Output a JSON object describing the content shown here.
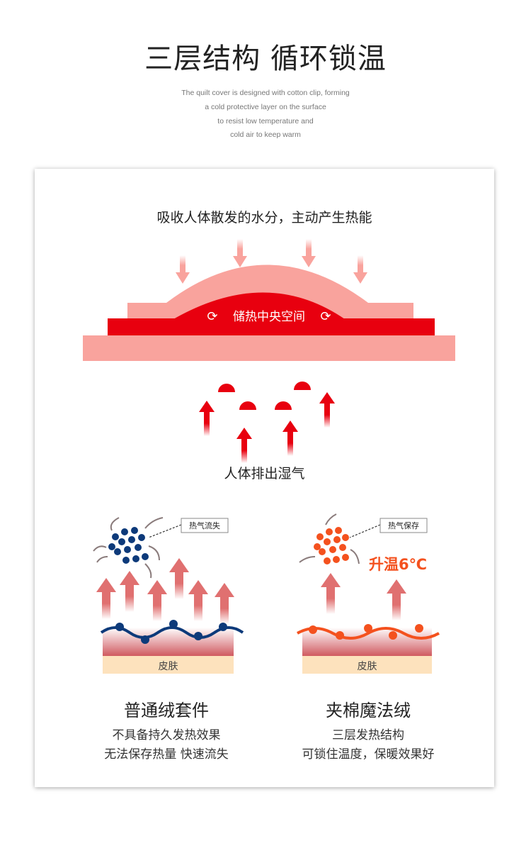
{
  "header": {
    "title": "三层结构 循环锁温",
    "subtitle_lines": [
      "The quilt cover is designed with cotton clip, forming",
      "a cold protective layer on the surface",
      "to resist low temperature and",
      "cold air to keep warm"
    ]
  },
  "diagram": {
    "caption_top": "吸收人体散发的水分，主动产生热能",
    "center_label": "储热中央空间",
    "caption_bottom": "人体排出湿气"
  },
  "compare": {
    "left": {
      "tag": "热气流失",
      "skin": "皮肤",
      "title": "普通绒套件",
      "lines": [
        "不具备持久发热效果",
        "无法保存热量 快速流失"
      ]
    },
    "right": {
      "tag": "热气保存",
      "badge": "升温6℃",
      "skin": "皮肤",
      "title": "夹棉魔法绒",
      "lines": [
        "三层发热结构",
        "可锁住温度，保暖效果好"
      ]
    }
  },
  "colors": {
    "red": "#e8000f",
    "pink": "#f9a39d",
    "navy": "#0d3a7a",
    "orange": "#f4511e",
    "skin": "#fde2bd"
  }
}
